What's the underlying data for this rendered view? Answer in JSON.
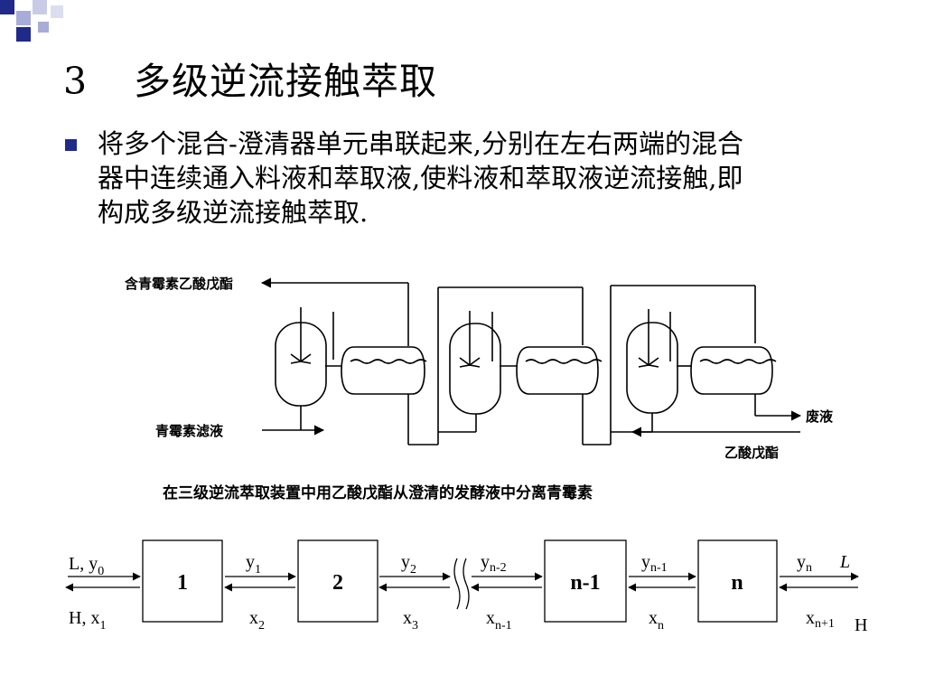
{
  "slide": {
    "title_number": "3",
    "title_text": "多级逆流接触萃取",
    "bullet_lines": [
      "将多个混合-澄清器单元串联起来,分别在左右两端的混合",
      "器中连续通入料液和萃取液,使料液和萃取液逆流接触,即",
      "构成多级逆流接触萃取."
    ]
  },
  "apparatus": {
    "label_top_left": "含青霉素乙酸戊酯",
    "label_feed": "青霉素滤液",
    "label_waste": "废液",
    "label_solvent": "乙酸戊酯",
    "caption": "在三级逆流萃取装置中用乙酸戊酯从澄清的发酵液中分离青霉素"
  },
  "stages": {
    "boxes": [
      "1",
      "2",
      "n-1",
      "n"
    ],
    "left_top": {
      "main": "L, y",
      "sub": "0"
    },
    "left_bottom": {
      "main": "H, x",
      "sub": "1"
    },
    "stream_top": [
      {
        "main": "y",
        "sub": "1"
      },
      {
        "main": "y",
        "sub": "2"
      },
      {
        "main": "y",
        "sub": "n-2"
      },
      {
        "main": "y",
        "sub": "n-1"
      },
      {
        "main": "y",
        "sub": "n"
      }
    ],
    "stream_bottom": [
      {
        "main": "x",
        "sub": "2"
      },
      {
        "main": "x",
        "sub": "3"
      },
      {
        "main": "x",
        "sub": "n-1"
      },
      {
        "main": "x",
        "sub": "n"
      },
      {
        "main": "x",
        "sub": "n+1"
      }
    ],
    "right_top": "L",
    "right_bottom": "H"
  },
  "colors": {
    "accent_blue": "#1f2a8a",
    "accent_light": "#a8acd8",
    "line": "#000000"
  }
}
